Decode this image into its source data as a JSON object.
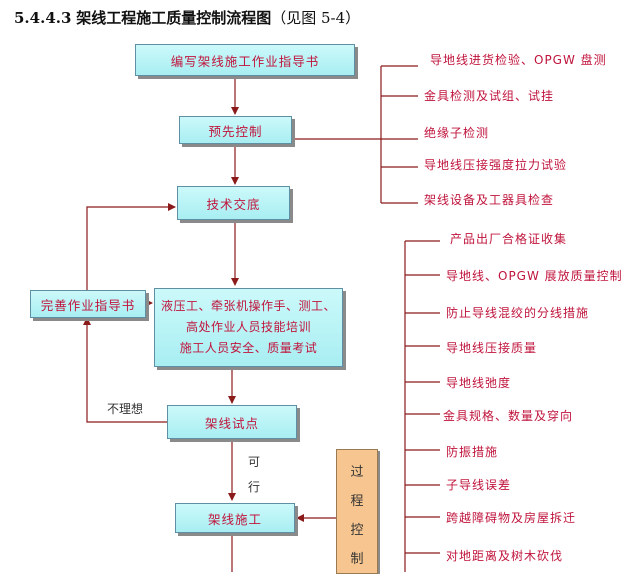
{
  "title": {
    "number": "5.4.4.3",
    "text": "架线工程施工质量控制流程图",
    "suffix": "（见图 5-4）"
  },
  "flow": {
    "step1": "编写架线施工作业指导书",
    "step2": "预先控制",
    "step3": "技术交底",
    "step4_lines": [
      "液压工、牵张机操作手、测工、",
      "高处作业人员技能培训",
      "施工人员安全、质量考试"
    ],
    "step5": "架线试点",
    "step6": "架线施工",
    "improve": "完善作业指导书"
  },
  "labels": {
    "not_ideal": "不理想",
    "ok": [
      "可",
      "行"
    ]
  },
  "pre_control_items": [
    "导地线进货检验、OPGW 盘测",
    "金具检测及试组、试挂",
    "绝缘子检测",
    "导地线压接强度拉力试验",
    "架线设备及工器具检查"
  ],
  "process_control": {
    "chars": [
      "过",
      "程",
      "控",
      "制"
    ],
    "items": [
      "产品出厂合格证收集",
      "导地线、OPGW 展放质量控制",
      "防止导线混绞的分线措施",
      "导地线压接质量",
      "导地线弛度",
      "金具规格、数量及穿向",
      "防振措施",
      "子导线误差",
      "跨越障碍物及房屋拆迁",
      "对地距离及树木砍伐"
    ]
  }
}
